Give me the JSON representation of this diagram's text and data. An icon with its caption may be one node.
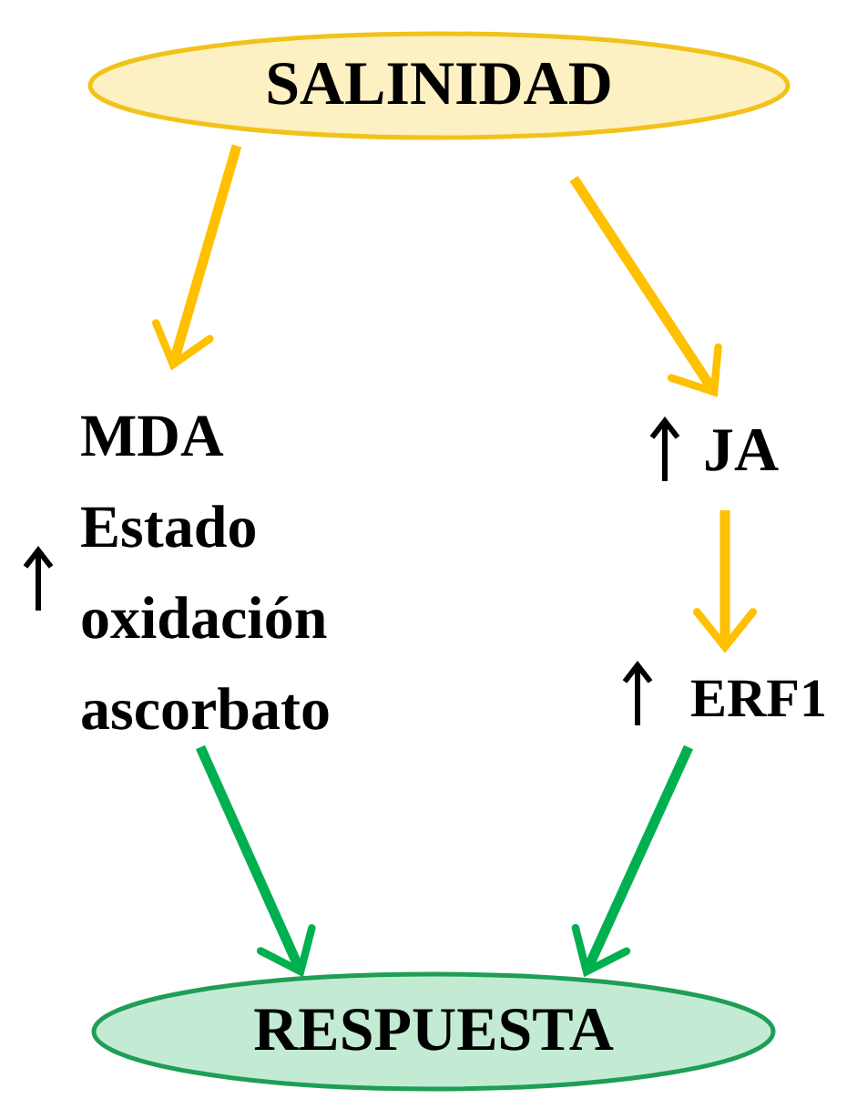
{
  "diagram": {
    "nodes": [
      {
        "text": [
          "SALINIDAD"
        ]
      },
      {
        "text": [
          "MDA Estado oxidación ascorbato"
        ]
      },
      {
        "text": [
          "JA"
        ]
      },
      {
        "text": [
          "ERF1"
        ]
      },
      {
        "text": [
          "RESPUESTA"
        ]
      }
    ],
    "edges": [
      {
        "from": 0,
        "to": 1,
        "arrow": "to"
      },
      {
        "from": 0,
        "to": 2,
        "arrow": "to"
      },
      {
        "from": 2,
        "to": 3,
        "arrow": "to"
      },
      {
        "from": 1,
        "to": 4,
        "arrow": "to",
        "color": "#00b050"
      },
      {
        "from": 3,
        "to": 4,
        "arrow": "to",
        "color": "#00b050"
      }
    ]
  }
}
